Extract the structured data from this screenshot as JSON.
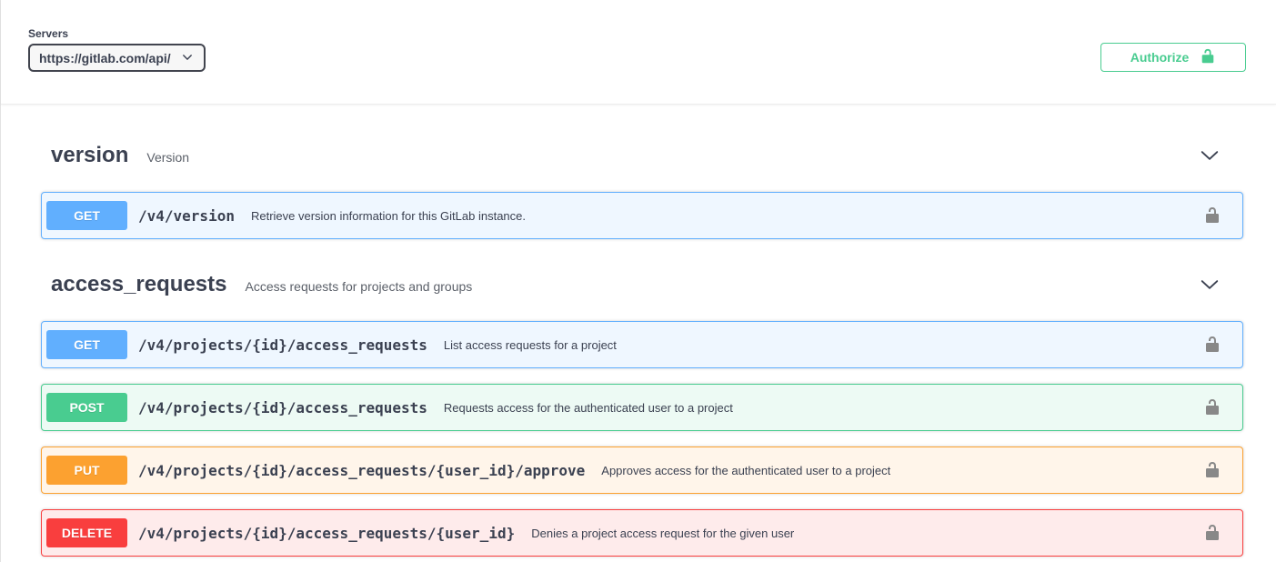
{
  "servers": {
    "label": "Servers",
    "selected_url": "https://gitlab.com/api/"
  },
  "auth": {
    "authorize_label": "Authorize"
  },
  "colors": {
    "get": "#61affe",
    "post": "#49cc90",
    "put": "#fca130",
    "delete": "#f93e3e",
    "accent_green": "#49cc90",
    "lock_gray": "#888888",
    "heading": "#3b4151"
  },
  "icons": {
    "authorize_lock": "unlocked-padlock-icon",
    "row_lock": "unlocked-padlock-icon",
    "section_toggle": "chevron-down-icon",
    "select_arrow": "chevron-down-icon"
  },
  "sections": [
    {
      "name": "version",
      "description": "Version",
      "operations": [
        {
          "method": "GET",
          "path": "/v4/version",
          "summary": "Retrieve version information for this GitLab instance."
        }
      ]
    },
    {
      "name": "access_requests",
      "description": "Access requests for projects and groups",
      "operations": [
        {
          "method": "GET",
          "path": "/v4/projects/{id}/access_requests",
          "summary": "List access requests for a project"
        },
        {
          "method": "POST",
          "path": "/v4/projects/{id}/access_requests",
          "summary": "Requests access for the authenticated user to a project"
        },
        {
          "method": "PUT",
          "path": "/v4/projects/{id}/access_requests/{user_id}/approve",
          "summary": "Approves access for the authenticated user to a project"
        },
        {
          "method": "DELETE",
          "path": "/v4/projects/{id}/access_requests/{user_id}",
          "summary": "Denies a project access request for the given user"
        }
      ]
    }
  ]
}
